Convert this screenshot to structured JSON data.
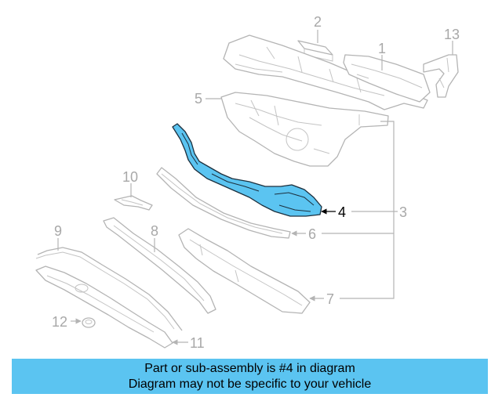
{
  "callouts": {
    "c1": "1",
    "c2": "2",
    "c3": "3",
    "c4": "4",
    "c5": "5",
    "c6": "6",
    "c7": "7",
    "c8": "8",
    "c9": "9",
    "c10": "10",
    "c11": "11",
    "c12": "12",
    "c13": "13"
  },
  "highlighted_part": "4",
  "banner": {
    "line1": "Part or sub-assembly is #4 in diagram",
    "line2": "Diagram may not be specific to your vehicle"
  },
  "colors": {
    "highlight_fill": "#5bc4f1",
    "banner_background": "#5bc4f1",
    "line_art": "#b4b4b4",
    "callout_inactive": "#a8a8a8",
    "callout_active": "#000000"
  }
}
